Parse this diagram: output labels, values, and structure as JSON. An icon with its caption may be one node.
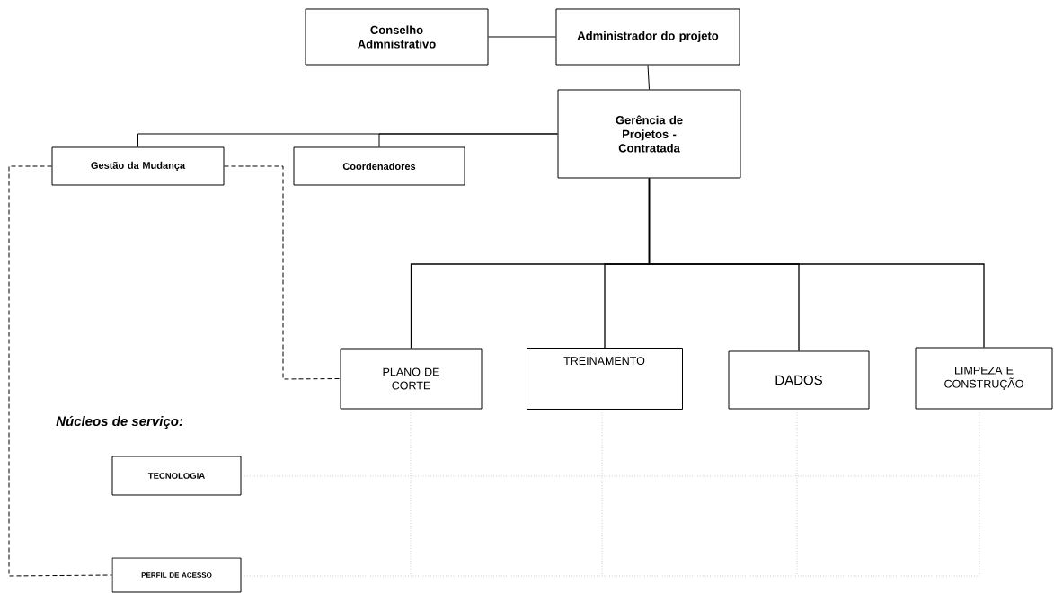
{
  "diagram": {
    "nodes": [
      {
        "text": [
          "Conselho Admnistrativo"
        ]
      },
      {
        "text": [
          "Administrador do projeto"
        ]
      },
      {
        "text": [
          "Gerência de Projetos - Contratada"
        ]
      },
      {
        "text": [
          "Gestão da Mudança"
        ]
      },
      {
        "text": [
          "Coordenadores"
        ]
      },
      {
        "text": [
          "PLANO DE CORTE"
        ]
      },
      {
        "text": [
          "TREINAMENTO"
        ]
      },
      {
        "text": [
          "DADOS"
        ]
      },
      {
        "text": [
          "LIMPEZA E CONSTRUÇÃO"
        ]
      },
      {
        "text": [
          "TECNOLOGIA"
        ]
      },
      {
        "text": [
          "PERFIL DE ACESSO"
        ]
      }
    ],
    "edges": [
      {
        "from": 0,
        "to": 1,
        "arrow": "none"
      },
      {
        "from": 1,
        "to": 2,
        "arrow": "none"
      },
      {
        "from": 2,
        "to": 3,
        "arrow": "none"
      },
      {
        "from": 2,
        "to": 4,
        "arrow": "none"
      },
      {
        "from": 2,
        "to": 5,
        "arrow": "none"
      },
      {
        "from": 2,
        "to": 6,
        "arrow": "none"
      },
      {
        "from": 2,
        "to": 7,
        "arrow": "none"
      },
      {
        "from": 2,
        "to": 8,
        "arrow": "none"
      },
      {
        "from": 3,
        "to": 5,
        "arrow": "none",
        "style": "dashed"
      },
      {
        "from": 3,
        "to": 10,
        "arrow": "none",
        "style": "dashed"
      }
    ],
    "labels": [
      "Núcleos de serviço:"
    ]
  }
}
